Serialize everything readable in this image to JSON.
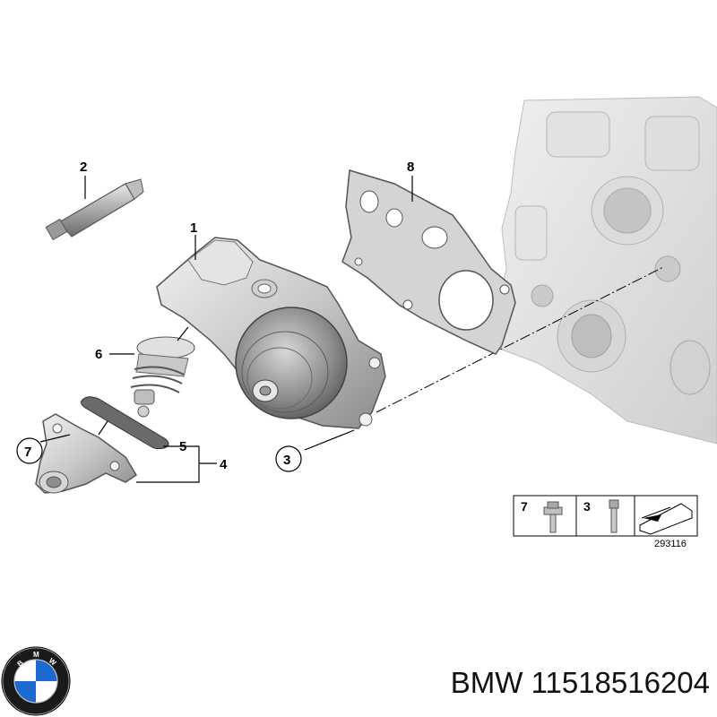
{
  "diagram": {
    "callouts": [
      {
        "id": "1",
        "text": "1"
      },
      {
        "id": "2",
        "text": "2"
      },
      {
        "id": "3",
        "text": "3"
      },
      {
        "id": "4",
        "text": "4"
      },
      {
        "id": "5",
        "text": "5"
      },
      {
        "id": "6",
        "text": "6"
      },
      {
        "id": "7",
        "text": "7"
      },
      {
        "id": "8",
        "text": "8"
      }
    ],
    "legend": {
      "items": [
        {
          "num": "7"
        },
        {
          "num": "3"
        }
      ],
      "code": "293116"
    }
  },
  "caption": {
    "brand": "BMW",
    "part_number": "11518516204"
  },
  "logo": {
    "letters": "BMW",
    "colors": {
      "blue": "#1c69d4",
      "white": "#ffffff",
      "ring": "#1a1a1a"
    }
  },
  "colors": {
    "line": "#000000",
    "metal_light": "#e6e6e6",
    "metal_mid": "#b8b8b8",
    "metal_dark": "#6e6e6e"
  }
}
